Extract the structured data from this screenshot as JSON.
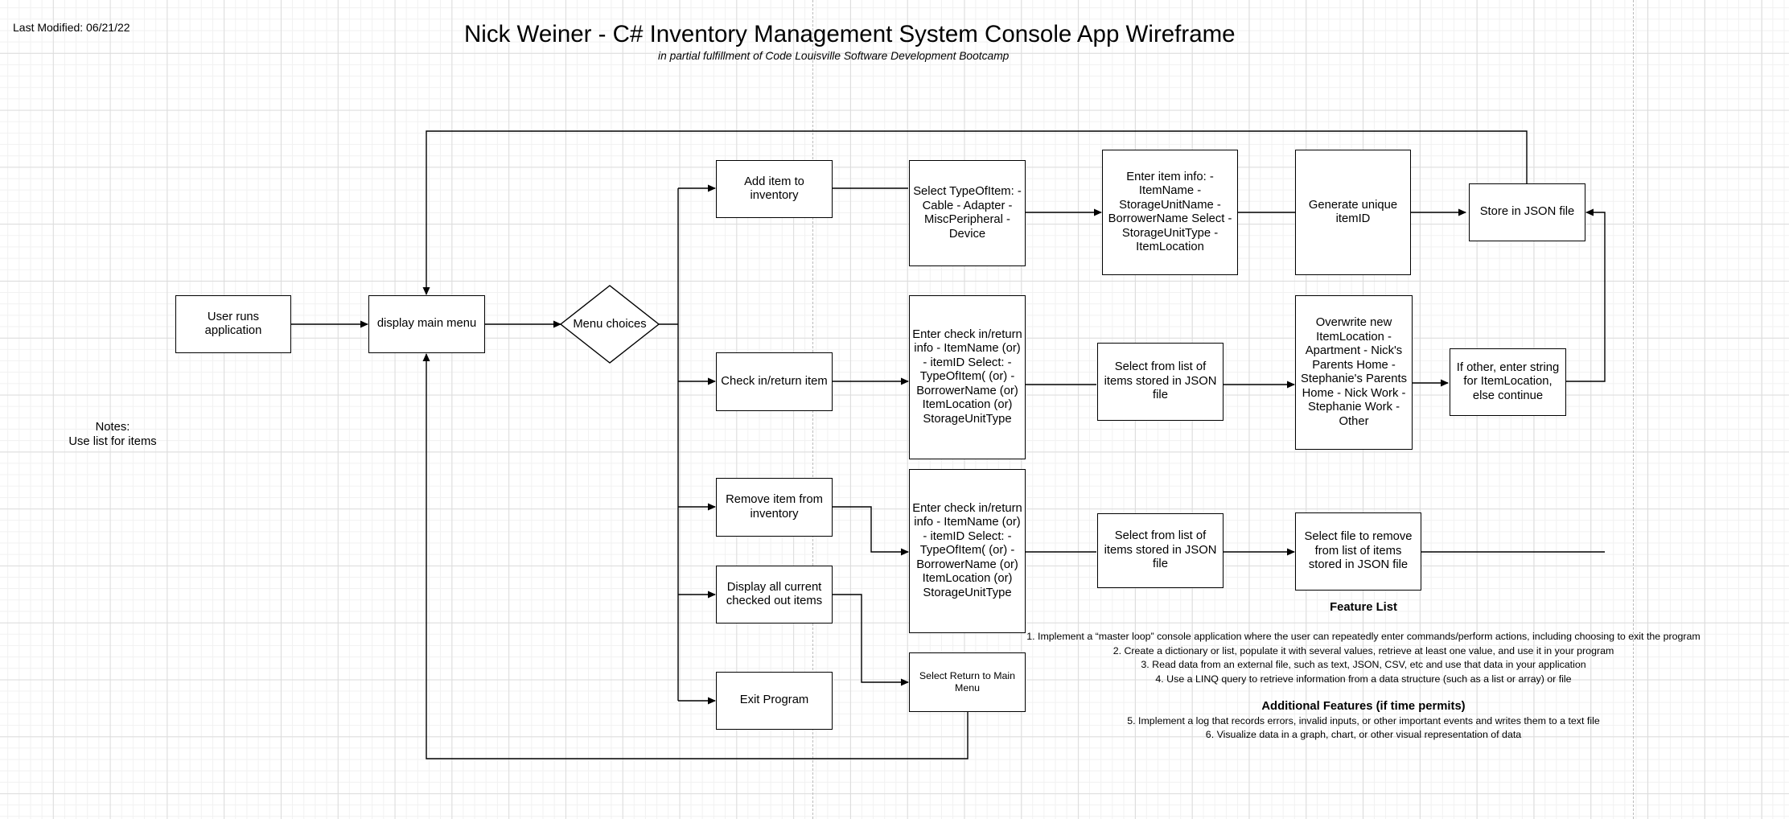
{
  "header": {
    "last_modified": "Last Modified: 06/21/22",
    "title": "Nick Weiner - C# Inventory Management System Console App Wireframe",
    "subtitle": "in partial fulfillment of Code Louisville Software Development Bootcamp"
  },
  "notes": "Notes:\nUse list for items",
  "nodes": {
    "user_runs": "User runs application",
    "main_menu": "display main menu",
    "menu_choices": "Menu choices",
    "add_item": "Add item to inventory",
    "check_in": "Check in/return item",
    "remove_item": "Remove item from inventory",
    "display_all": "Display all current checked out items",
    "exit_program": "Exit Program",
    "select_type": "Select TypeOfItem:\n- Cable\n- Adapter\n- MiscPeripheral\n- Device",
    "enter_info": "Enter item info:\n- ItemName\n- StorageUnitName\n- BorrowerName\n\nSelect\n- StorageUnitType\n-ItemLocation",
    "generate_id": "Generate unique itemID",
    "store_json": "Store in JSON file",
    "checkin_info_1": "Enter check in/return info\n- ItemName (or)\n- itemID\n\n\nSelect:\n-TypeOfItem( (or)\n- BorrowerName (or)\nItemLocation (or)\nStorageUnitType",
    "select_list_1": "Select from list of items stored in JSON file",
    "overwrite": "Overwrite new ItemLocation\n- Apartment\n- Nick's Parents Home\n- Stephanie's Parents Home\n- Nick Work\n- Stephanie Work\n- Other",
    "if_other": "If other, enter string for ItemLocation, else continue",
    "checkin_info_2": "Enter check in/return info\n- ItemName (or)\n- itemID\n\n\nSelect:\n-TypeOfItem( (or)\n- BorrowerName (or)\nItemLocation (or)\nStorageUnitType",
    "select_list_2": "Select from list of items stored in JSON file",
    "select_remove": "Select file to remove from list of items stored in JSON file",
    "select_return": "Select Return to Main Menu"
  },
  "features": {
    "heading": "Feature List",
    "items": [
      "1. Implement a “master loop” console application where the user can repeatedly enter commands/perform actions, including choosing to exit the program",
      "2. Create a dictionary or list, populate it with several values, retrieve at least one value, and use it in your program",
      "3. Read data from an external file, such as text, JSON, CSV, etc and use that data in your application",
      "4. Use a LINQ query to retrieve information from a data structure (such as a list or array) or file"
    ],
    "additional_heading": "Additional Features (if time permits)",
    "additional_items": [
      "5. Implement a log that records errors, invalid inputs, or other important events and writes them to a text file",
      "6. Visualize data in a graph, chart, or other visual representation of data"
    ]
  }
}
